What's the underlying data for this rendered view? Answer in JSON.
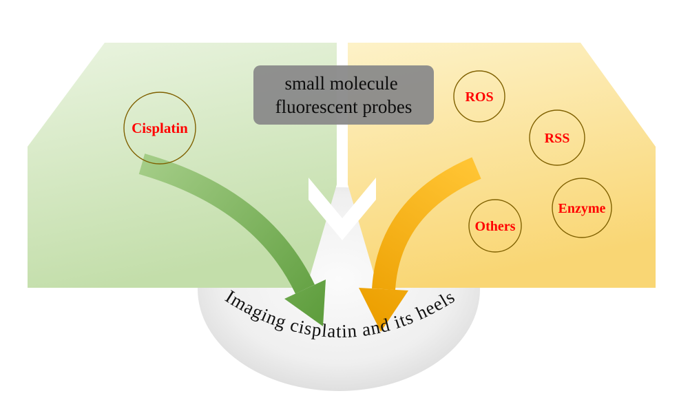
{
  "probe_box": {
    "line1": "small molecule",
    "line2": "fluorescent probes"
  },
  "left_panel": {
    "cisplatin_label": "Cisplatin"
  },
  "right_panel": {
    "ros_label": "ROS",
    "rss_label": "RSS",
    "enzyme_label": "Enzyme",
    "others_label": "Others"
  },
  "caption": {
    "text": "Imaging cisplatin and its heels"
  },
  "colors": {
    "label_red": "#ff0000",
    "circle_outline": "#7f6000",
    "probe_box_gray": "#8a8a8a",
    "left_panel_green": "#c7e1ae",
    "right_panel_yellow": "#f9d674",
    "green_arrow": "#6fae4e",
    "orange_arrow": "#f2a70b",
    "big_circle_gray": "#d9d9d9"
  }
}
